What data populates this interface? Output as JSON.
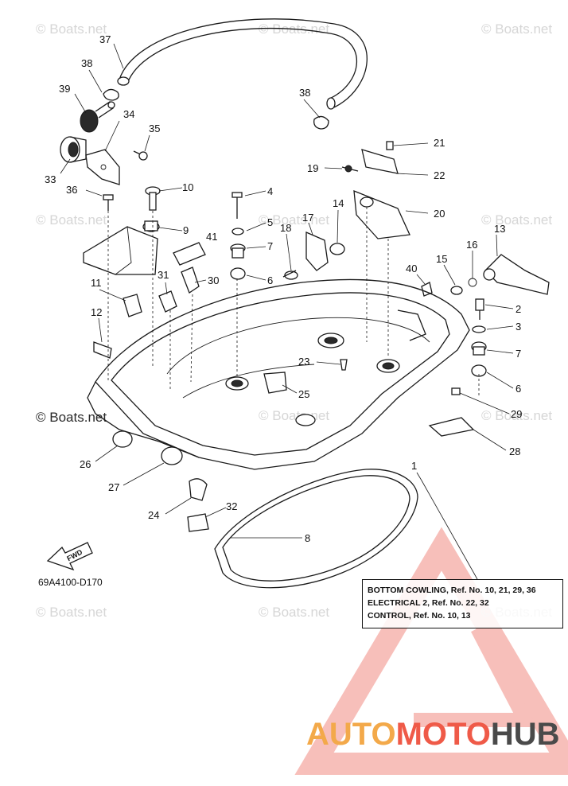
{
  "watermarks": {
    "text": "© Boats.net",
    "featured": "© Boats.net"
  },
  "callouts": [
    "37",
    "38",
    "39",
    "34",
    "35",
    "33",
    "36",
    "10",
    "4",
    "5",
    "7",
    "6",
    "9",
    "41",
    "30",
    "31",
    "11",
    "12",
    "17",
    "18",
    "14",
    "19",
    "21",
    "22",
    "20",
    "38",
    "13",
    "16",
    "15",
    "40",
    "2",
    "3",
    "7",
    "6",
    "23",
    "25",
    "29",
    "28",
    "26",
    "27",
    "24",
    "32",
    "8",
    "1"
  ],
  "fwd_label": "FWD",
  "diagram_code": "69A4100-D170",
  "note_box": {
    "line1": "BOTTOM COWLING, Ref. No. 10, 21, 29, 36",
    "line2": "ELECTRICAL 2, Ref. No. 22, 32",
    "line3": "CONTROL, Ref. No. 10, 13"
  },
  "brand": {
    "part1": "AUTO",
    "part2": "MOTO",
    "part3": "HUB",
    "colors": {
      "auto": "#f3a94a",
      "moto": "#ef5a48",
      "hub": "#4a4a4a",
      "triangle": "#f28b82"
    }
  }
}
